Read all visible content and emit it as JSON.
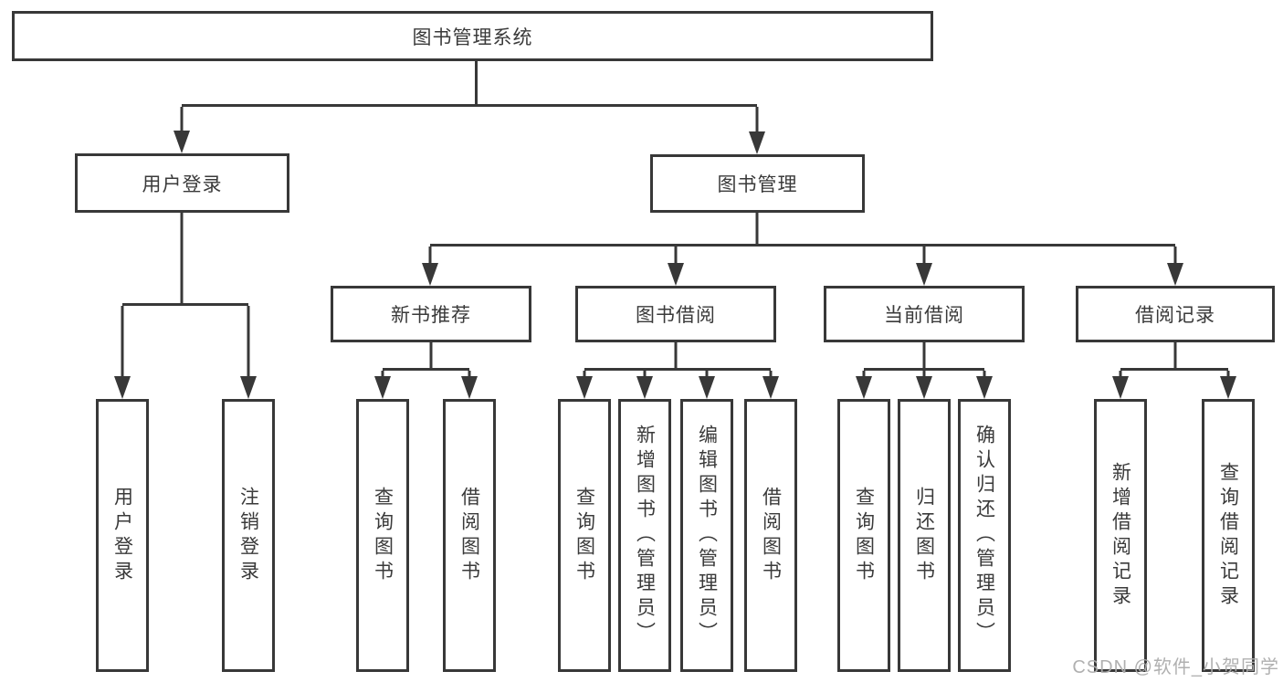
{
  "diagram": {
    "root": "图书管理系统",
    "user_login": {
      "label": "用户登录",
      "children": [
        "用户登录",
        "注销登录"
      ]
    },
    "book_mgmt": {
      "label": "图书管理",
      "sections": [
        {
          "label": "新书推荐",
          "children": [
            "查询图书",
            "借阅图书"
          ]
        },
        {
          "label": "图书借阅",
          "children": [
            "查询图书",
            "新增图书（管理员）",
            "编辑图书（管理员）",
            "借阅图书"
          ]
        },
        {
          "label": "当前借阅",
          "children": [
            "查询图书",
            "归还图书",
            "确认归还（管理员）"
          ]
        },
        {
          "label": "借阅记录",
          "children": [
            "新增借阅记录",
            "查询借阅记录"
          ]
        }
      ]
    }
  },
  "watermark": "CSDN @软件_小贺同学",
  "colors": {
    "line": "#383838",
    "box_border": "#383838",
    "box_fill": "#ffffff",
    "text": "#3a3a3a",
    "watermark": "#acacac",
    "background": "#ffffff"
  }
}
